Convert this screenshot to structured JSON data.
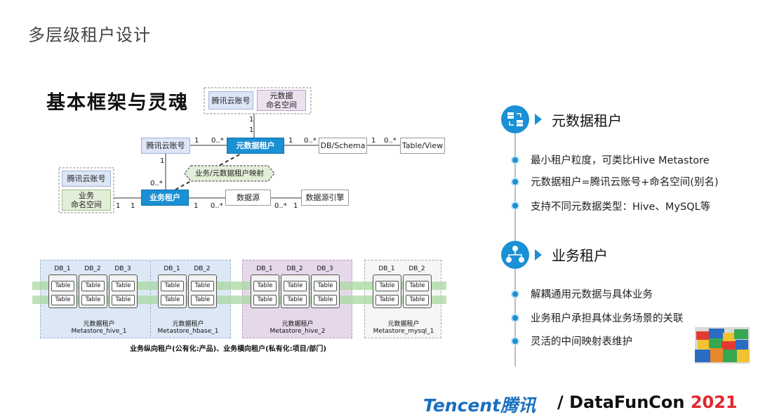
{
  "page": {
    "title": "多层级租户设计",
    "diagram_title": "基本框架与灵魂"
  },
  "top_diagram": {
    "tencent_account_top": "腾讯云账号",
    "namespace_top_1": "元数据",
    "namespace_top_2": "命名空间",
    "tencent_account_mid": "腾讯云账号",
    "metadata_tenant": "元数据租户",
    "db_schema": "DB/Schema",
    "table_view": "Table/View",
    "mapping": "业务/元数据租户映射",
    "tencent_account_left": "腾讯云账号",
    "biz_ns_1": "业务",
    "biz_ns_2": "命名空间",
    "business_tenant": "业务租户",
    "datasource": "数据源",
    "datasource_engine": "数据源引擎",
    "m_one": "1",
    "m_many": "0..*"
  },
  "clusters": {
    "tbl": "Table",
    "items": [
      {
        "dbs": [
          "DB_1",
          "DB_2",
          "DB_3"
        ],
        "name1": "元数据租户",
        "name2": "Metastore_hive_1"
      },
      {
        "dbs": [
          "DB_1",
          "DB_2"
        ],
        "name1": "元数据租户",
        "name2": "Metastore_hbase_1"
      },
      {
        "dbs": [
          "DB_1",
          "DB_2",
          "DB_3"
        ],
        "name1": "元数据租户",
        "name2": "Metastore_hive_2"
      },
      {
        "dbs": [
          "DB_1",
          "DB_2"
        ],
        "name1": "元数据租户",
        "name2": "Metastore_mysql_1"
      }
    ],
    "caption": "业务纵向租户(公有化:产品)、业务横向租户(私有化:项目/部门)"
  },
  "side": {
    "section1": {
      "heading": "元数据租户",
      "items": [
        "最小租户粒度，可类比Hive Metastore",
        "元数据租户=腾讯云账号+命名空间(别名)",
        "支持不同元数据类型：Hive、MySQL等"
      ]
    },
    "section2": {
      "heading": "业务租户",
      "items": [
        "解耦通用元数据与具体业务",
        "业务租户承担具体业务场景的关联",
        "灵活的中间映射表维护"
      ]
    }
  },
  "footer": {
    "tencent": "Tencent",
    "tencent_cn": "腾讯",
    "slash": "/",
    "datafun": "DataFunCon",
    "year": "2021"
  },
  "colors": {
    "accent": "#1a90d5",
    "year": "#e3262f",
    "tencent": "#1a6fc0"
  },
  "icons": [
    "database-arrows-icon",
    "org-chart-icon",
    "lego-image"
  ]
}
